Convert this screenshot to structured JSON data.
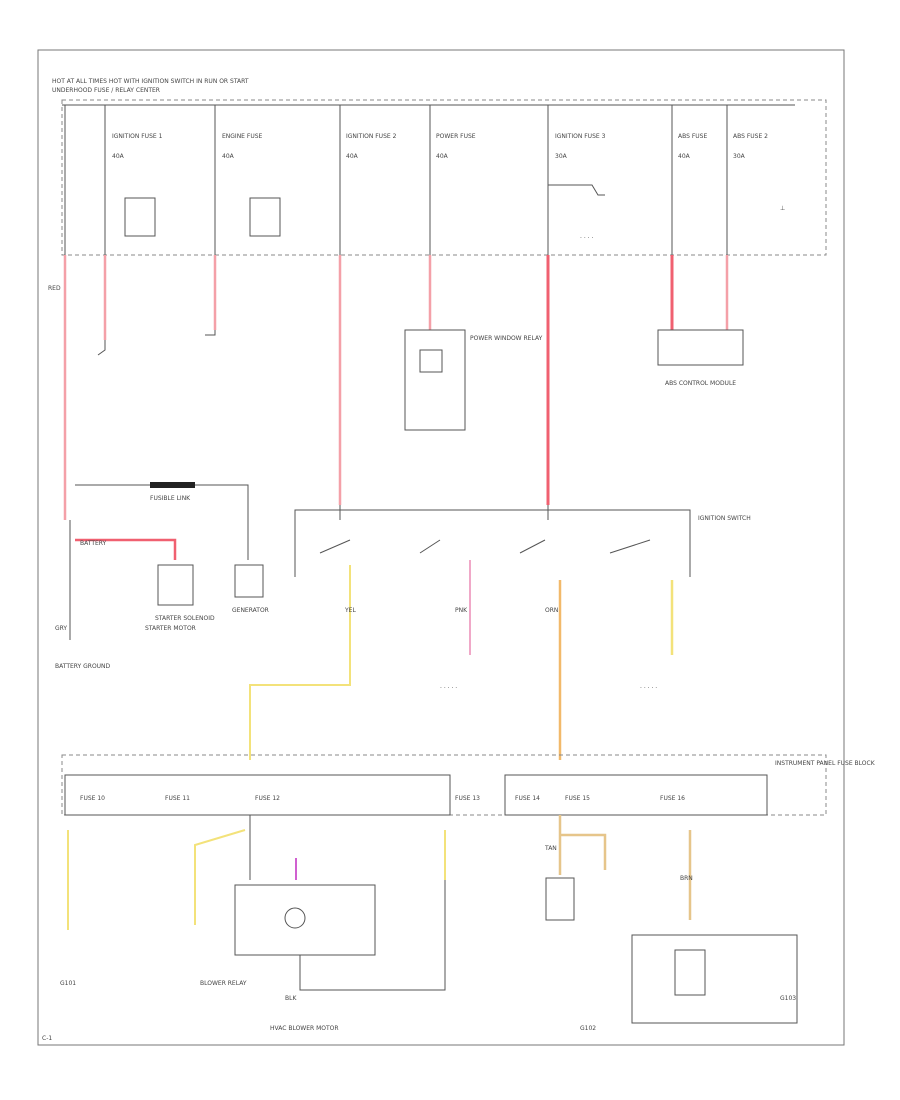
{
  "diagram": {
    "header_line1": "HOT AT ALL TIMES   HOT WITH IGNITION SWITCH IN RUN OR START",
    "header_line2": "UNDERHOOD FUSE / RELAY CENTER",
    "page_mark": "C-1",
    "colors": {
      "red": "#f4a0a8",
      "yellow": "#f3e27a",
      "orange": "#f2b96a",
      "pink": "#f0a8c8",
      "tan": "#e6c58a",
      "magenta": "#d060d0",
      "line": "#555555"
    },
    "top_fuses": [
      {
        "name": "IGNITION FUSE 1",
        "amps": "40A"
      },
      {
        "name": "ENGINE FUSE",
        "amps": "40A"
      },
      {
        "name": "IGNITION FUSE 2",
        "amps": "40A"
      },
      {
        "name": "POWER FUSE",
        "amps": "40A"
      },
      {
        "name": "IGNITION FUSE 3",
        "amps": "30A"
      },
      {
        "name": "ABS FUSE",
        "amps": "40A"
      },
      {
        "name": "ABS FUSE 2",
        "amps": "30A"
      }
    ],
    "components": {
      "battery": "BATTERY",
      "starter_solenoid": "STARTER SOLENOID",
      "starter_motor": "STARTER MOTOR",
      "generator": "GENERATOR",
      "fusible_link": "FUSIBLE LINK",
      "battery_ground": "BATTERY GROUND",
      "ignition_switch": "IGNITION SWITCH",
      "power_window_relay": "POWER WINDOW RELAY",
      "abs_module": "ABS CONTROL MODULE",
      "instrument_panel_fuse_block": "INSTRUMENT PANEL FUSE BLOCK",
      "hvac_blower": "HVAC BLOWER MOTOR",
      "blower_relay": "BLOWER RELAY",
      "ground_1": "G101",
      "ground_2": "G102",
      "ground_3": "G103"
    },
    "ip_fuses": [
      "FUSE 10",
      "FUSE 11",
      "FUSE 12",
      "FUSE 13",
      "FUSE 14",
      "FUSE 15",
      "FUSE 16"
    ],
    "wire_labels": [
      "RED",
      "PNK",
      "YEL",
      "ORN",
      "TAN",
      "BLK",
      "BRN",
      "GRY"
    ]
  }
}
